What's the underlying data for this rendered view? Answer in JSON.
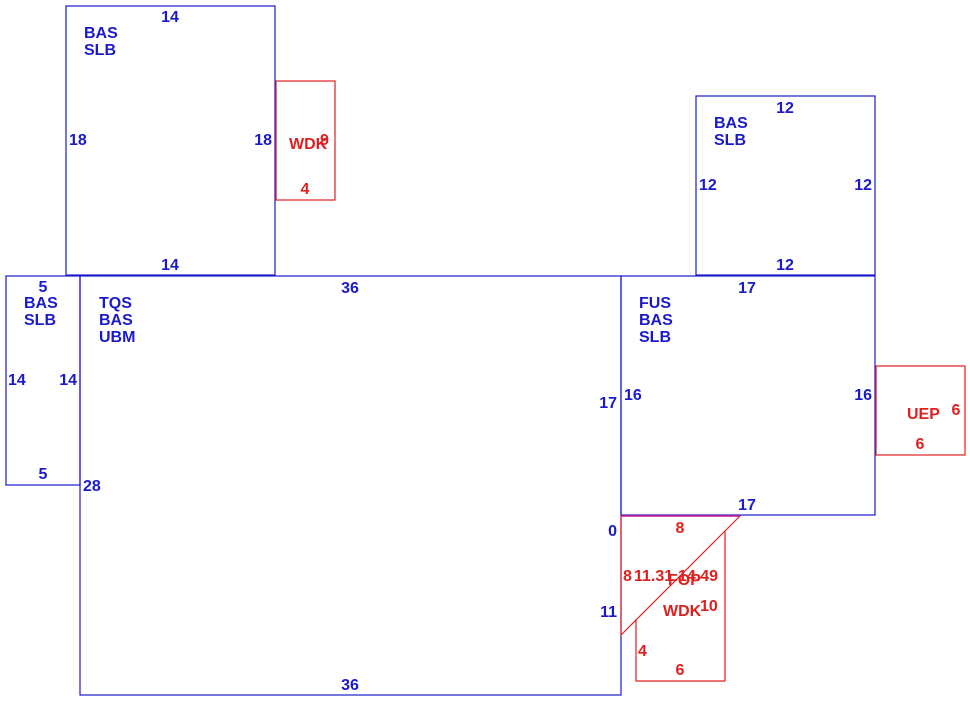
{
  "colors": {
    "structure": "#1a1acc",
    "addition": "#e02020"
  },
  "areas": [
    {
      "id": "top-left",
      "codes": [
        "BAS",
        "SLB"
      ],
      "dims": [
        "14",
        "18",
        "18",
        "14"
      ]
    },
    {
      "id": "left-small",
      "codes": [
        "BAS",
        "SLB"
      ],
      "dims": [
        "5",
        "14",
        "14",
        "5"
      ]
    },
    {
      "id": "main",
      "codes": [
        "TQS",
        "BAS",
        "UBM"
      ],
      "dims": [
        "36",
        "28",
        "17",
        "0",
        "11",
        "36"
      ]
    },
    {
      "id": "top-right",
      "codes": [
        "BAS",
        "SLB"
      ],
      "dims": [
        "12",
        "12",
        "12",
        "12"
      ]
    },
    {
      "id": "right",
      "codes": [
        "FUS",
        "BAS",
        "SLB"
      ],
      "dims": [
        "17",
        "16",
        "16",
        "17"
      ]
    }
  ],
  "additions": [
    {
      "id": "wdk-top",
      "label": "WDK",
      "dims": [
        "9",
        "4"
      ]
    },
    {
      "id": "uep",
      "label": "UEP",
      "dims": [
        "6",
        "6"
      ]
    },
    {
      "id": "fop",
      "label": "FOP",
      "dims": [
        "8",
        "8",
        "11.31",
        "14.49"
      ]
    },
    {
      "id": "wdk-bottom",
      "label": "WDK",
      "dims": [
        "10",
        "4",
        "6"
      ]
    }
  ]
}
